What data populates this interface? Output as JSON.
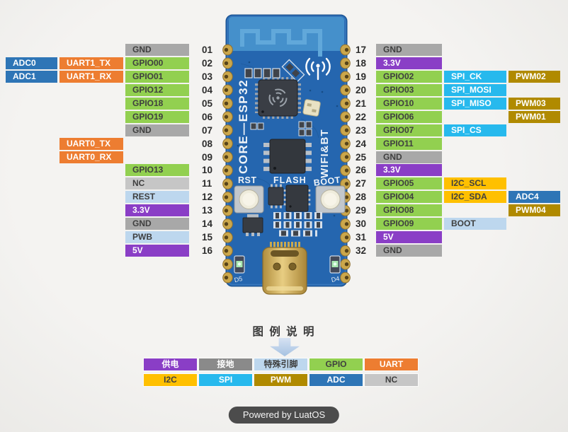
{
  "colors": {
    "power": {
      "bg": "#8a3ec6",
      "fg": "#ffffff"
    },
    "gnd": {
      "bg": "#a8a8a8",
      "fg": "#3f3f3f"
    },
    "gnd_dark": {
      "bg": "#8a8a8a",
      "fg": "#ffffff"
    },
    "special": {
      "bg": "#bdd7ee",
      "fg": "#3f3f3f"
    },
    "gpio": {
      "bg": "#92d050",
      "fg": "#3f3f3f"
    },
    "uart": {
      "bg": "#ed7d31",
      "fg": "#ffffff"
    },
    "i2c": {
      "bg": "#ffc000",
      "fg": "#3f3f3f"
    },
    "spi": {
      "bg": "#27b9ed",
      "fg": "#ffffff"
    },
    "pwm": {
      "bg": "#b08a00",
      "fg": "#ffffff"
    },
    "adc": {
      "bg": "#2e75b6",
      "fg": "#ffffff"
    },
    "nc": {
      "bg": "#c6c6c6",
      "fg": "#3f3f3f"
    }
  },
  "left_pins": [
    {
      "num": "01",
      "main": {
        "label": "GND",
        "type": "gnd"
      }
    },
    {
      "num": "02",
      "ext": {
        "label": "ADC0",
        "type": "adc"
      },
      "fn": {
        "label": "UART1_TX",
        "type": "uart"
      },
      "main": {
        "label": "GPIO00",
        "type": "gpio"
      }
    },
    {
      "num": "03",
      "ext": {
        "label": "ADC1",
        "type": "adc"
      },
      "fn": {
        "label": "UART1_RX",
        "type": "uart"
      },
      "main": {
        "label": "GPIO01",
        "type": "gpio"
      }
    },
    {
      "num": "04",
      "main": {
        "label": "GPIO12",
        "type": "gpio"
      }
    },
    {
      "num": "05",
      "main": {
        "label": "GPIO18",
        "type": "gpio"
      }
    },
    {
      "num": "06",
      "main": {
        "label": "GPIO19",
        "type": "gpio"
      }
    },
    {
      "num": "07",
      "main": {
        "label": "GND",
        "type": "gnd"
      }
    },
    {
      "num": "08",
      "fn": {
        "label": "UART0_TX",
        "type": "uart"
      }
    },
    {
      "num": "09",
      "fn": {
        "label": "UART0_RX",
        "type": "uart"
      }
    },
    {
      "num": "10",
      "main": {
        "label": "GPIO13",
        "type": "gpio"
      }
    },
    {
      "num": "11",
      "main": {
        "label": "NC",
        "type": "nc"
      }
    },
    {
      "num": "12",
      "main": {
        "label": "REST",
        "type": "special"
      }
    },
    {
      "num": "13",
      "main": {
        "label": "3.3V",
        "type": "power"
      }
    },
    {
      "num": "14",
      "main": {
        "label": "GND",
        "type": "gnd"
      }
    },
    {
      "num": "15",
      "main": {
        "label": "PWB",
        "type": "special"
      }
    },
    {
      "num": "16",
      "main": {
        "label": "5V",
        "type": "power"
      }
    }
  ],
  "right_pins": [
    {
      "num": "17",
      "main": {
        "label": "GND",
        "type": "gnd"
      }
    },
    {
      "num": "18",
      "main": {
        "label": "3.3V",
        "type": "power"
      }
    },
    {
      "num": "19",
      "main": {
        "label": "GPIO02",
        "type": "gpio"
      },
      "fn": {
        "label": "SPI_CK",
        "type": "spi"
      },
      "ext": {
        "label": "PWM02",
        "type": "pwm"
      }
    },
    {
      "num": "20",
      "main": {
        "label": "GPIO03",
        "type": "gpio"
      },
      "fn": {
        "label": "SPI_MOSI",
        "type": "spi"
      }
    },
    {
      "num": "21",
      "main": {
        "label": "GPIO10",
        "type": "gpio"
      },
      "fn": {
        "label": "SPI_MISO",
        "type": "spi"
      },
      "ext": {
        "label": "PWM03",
        "type": "pwm"
      }
    },
    {
      "num": "22",
      "main": {
        "label": "GPIO06",
        "type": "gpio"
      },
      "ext": {
        "label": "PWM01",
        "type": "pwm"
      }
    },
    {
      "num": "23",
      "main": {
        "label": "GPIO07",
        "type": "gpio"
      },
      "fn": {
        "label": "SPI_CS",
        "type": "spi"
      }
    },
    {
      "num": "24",
      "main": {
        "label": "GPIO11",
        "type": "gpio"
      }
    },
    {
      "num": "25",
      "main": {
        "label": "GND",
        "type": "gnd"
      }
    },
    {
      "num": "26",
      "main": {
        "label": "3.3V",
        "type": "power"
      }
    },
    {
      "num": "27",
      "main": {
        "label": "GPIO05",
        "type": "gpio"
      },
      "fn": {
        "label": "I2C_SCL",
        "type": "i2c"
      }
    },
    {
      "num": "28",
      "main": {
        "label": "GPIO04",
        "type": "gpio"
      },
      "fn": {
        "label": "I2C_SDA",
        "type": "i2c"
      },
      "ext": {
        "label": "ADC4",
        "type": "adc"
      }
    },
    {
      "num": "29",
      "main": {
        "label": "GPIO08",
        "type": "gpio"
      },
      "ext": {
        "label": "PWM04",
        "type": "pwm"
      }
    },
    {
      "num": "30",
      "main": {
        "label": "GPIO09",
        "type": "gpio"
      },
      "fn": {
        "label": "BOOT",
        "type": "special"
      }
    },
    {
      "num": "31",
      "main": {
        "label": "5V",
        "type": "power"
      }
    },
    {
      "num": "32",
      "main": {
        "label": "GND",
        "type": "gnd"
      }
    }
  ],
  "board": {
    "title": "CORE—ESP32",
    "radio": "WIFI&BT",
    "btn_rst": "RST",
    "btn_flash": "FLASH",
    "btn_boot": "BOOT",
    "led_left": "D5",
    "led_right": "D4",
    "wifi_icon": "wifi-signal-icon"
  },
  "legend": {
    "title": "图 例 说 明",
    "rows": [
      [
        {
          "label": "供电",
          "type": "power"
        },
        {
          "label": "接地",
          "type": "gnd_dark"
        },
        {
          "label": "特殊引脚",
          "type": "special"
        },
        {
          "label": "GPIO",
          "type": "gpio"
        },
        {
          "label": "UART",
          "type": "uart"
        }
      ],
      [
        {
          "label": "I2C",
          "type": "i2c"
        },
        {
          "label": "SPI",
          "type": "spi"
        },
        {
          "label": "PWM",
          "type": "pwm"
        },
        {
          "label": "ADC",
          "type": "adc"
        },
        {
          "label": "NC",
          "type": "nc"
        }
      ]
    ]
  },
  "footer": {
    "label": "Powered by LuatOS"
  }
}
